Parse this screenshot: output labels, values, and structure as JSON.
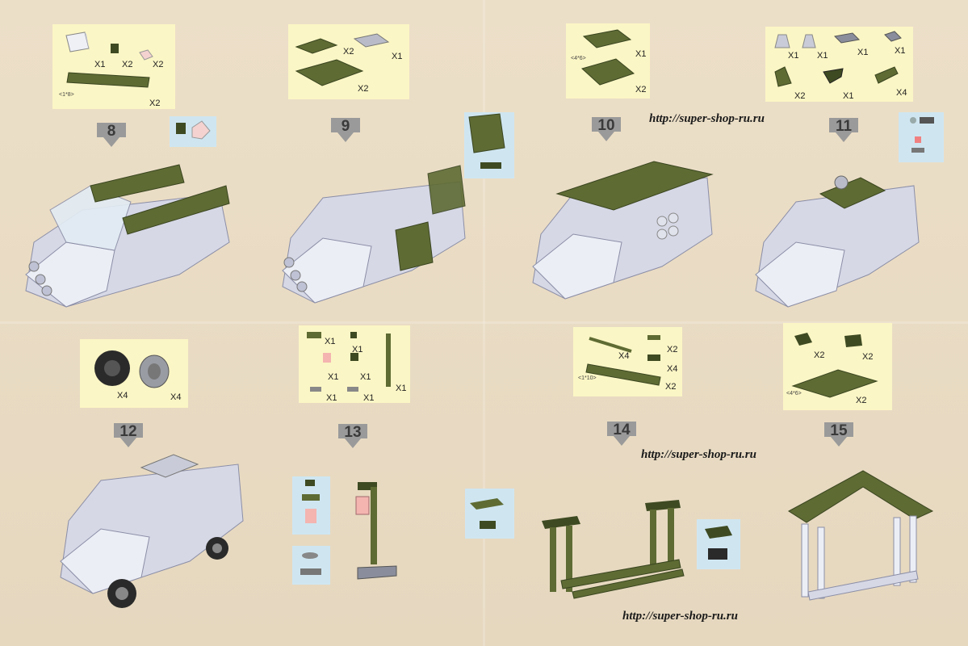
{
  "steps": [
    {
      "number": "8"
    },
    {
      "number": "9"
    },
    {
      "number": "10"
    },
    {
      "number": "11"
    },
    {
      "number": "12"
    },
    {
      "number": "13"
    },
    {
      "number": "14"
    },
    {
      "number": "15"
    }
  ],
  "parts": {
    "step8": {
      "q1": "X1",
      "q2": "X2",
      "q3": "X2",
      "q4": "X2",
      "size": "<1*8>"
    },
    "step9": {
      "q1": "X2",
      "q2": "X1",
      "q3": "X2"
    },
    "step10": {
      "q1": "X1",
      "q2": "X2",
      "size": "<4*6>"
    },
    "step11": {
      "q1": "X1",
      "q2": "X1",
      "q3": "X1",
      "q4": "X1",
      "q5": "X2",
      "q6": "X1",
      "q7": "X4"
    },
    "step12": {
      "q1": "X4",
      "q2": "X4"
    },
    "step13": {
      "q1": "X1",
      "q2": "X1",
      "q3": "X1",
      "q4": "X1",
      "q5": "X1",
      "q6": "X1",
      "q7": "X1"
    },
    "step14": {
      "q1": "X4",
      "q2": "X2",
      "q3": "X4",
      "q4": "X2",
      "size": "<1*10>"
    },
    "step15": {
      "q1": "X2",
      "q2": "X2",
      "q3": "X2",
      "size": "<4*6>"
    }
  },
  "urls": [
    "http://super-shop-ru.ru",
    "http://super-shop-ru.ru",
    "http://super-shop-ru.ru"
  ],
  "colors": {
    "background": "#e9dcc4",
    "parts_panel": "#fbf6c5",
    "olive": "#5e6b33",
    "grey_brick": "#d6d8e6",
    "step_arrow": "#9a9a9a",
    "callout": "#cfe6f1"
  }
}
